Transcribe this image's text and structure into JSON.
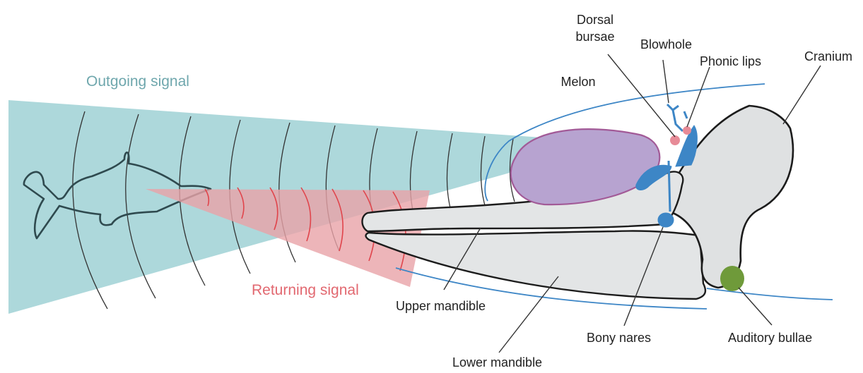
{
  "colors": {
    "outgoing": "#6fa7ad",
    "returning": "#e26870",
    "outgoing_beam": "#a9d6d9",
    "returning_beam": "#e8a2a8",
    "skull_fill": "#e3e5e6",
    "outline": "#1c1c1c",
    "melon": "#b7a3d0",
    "melon_edge": "#a25a97",
    "blue_structures": "#3d86c6",
    "bursae": "#e78b97",
    "bullae": "#6f9a3a"
  },
  "signals": {
    "outgoing": "Outgoing signal",
    "returning": "Returning signal"
  },
  "labels": {
    "dorsal_bursae_1": "Dorsal",
    "dorsal_bursae_2": "bursae",
    "blowhole": "Blowhole",
    "phonic_lips": "Phonic lips",
    "cranium": "Cranium",
    "melon": "Melon",
    "upper_mandible": "Upper mandible",
    "lower_mandible": "Lower mandible",
    "bony_nares": "Bony nares",
    "auditory_bullae": "Auditory bullae"
  }
}
